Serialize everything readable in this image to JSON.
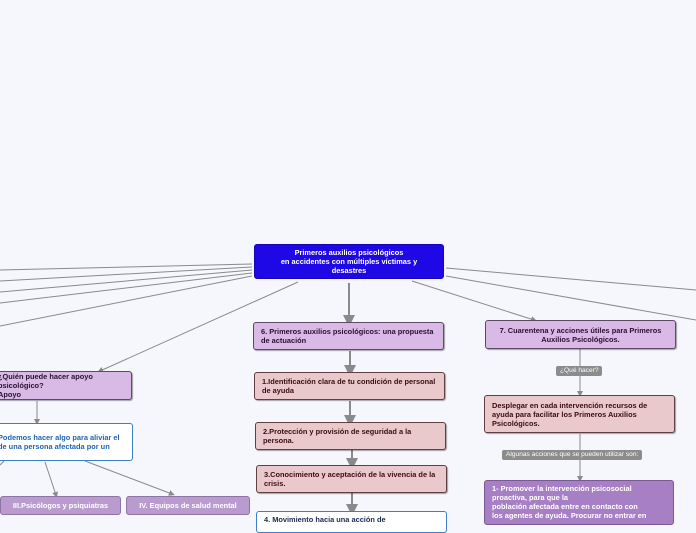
{
  "root": {
    "line1": "Primeros auxilios psicológicos",
    "line2": "en accidentes con múltiples  víctimas y",
    "line3": "desastres"
  },
  "left": {
    "question": "¿Quién puede hacer apoyo psicológico?",
    "question_line2": "Apoyo",
    "help_line1": "Podemos hacer algo para aliviar el",
    "help_line2": "de una persona afectada por un",
    "psych": "III.Psicólogos y psiquiatras",
    "teams": "IV. Equipos de salud mental"
  },
  "center": {
    "main": "6. Primeros auxilios psicológicos: una propuesta de actuación",
    "step1": "1.Identificación clara de tu condición de personal de ayuda",
    "step2": "2.Protección y provisión de seguridad a la persona.",
    "step3": "3.Conocimiento y aceptación de la vivencia de la crisis.",
    "step4": "4. Movimiento hacia una acción de"
  },
  "right": {
    "main": "7. Cuarentena y acciones útiles para Primeros Auxilios Psicológicos.",
    "what_label": "¿Qué hacer?",
    "deploy": "Desplegar en cada intervención recursos de ayuda para facilitar los Primeros Auxilios Psicológicos.",
    "actions_label": "Algunas acciones que se pueden utilizar son:",
    "action1_line1": "1- Promover la intervención psicosocial",
    "action1_line2": "proactiva, para que la",
    "action1_line3": "población afectada entre en contacto con",
    "action1_line4": "los agentes de ayuda. Procurar no entrar en"
  },
  "colors": {
    "root": "#1f08e6",
    "purple": "#d9b9e6",
    "pink": "#e9c9cb",
    "connector": "#8a8a8a"
  }
}
